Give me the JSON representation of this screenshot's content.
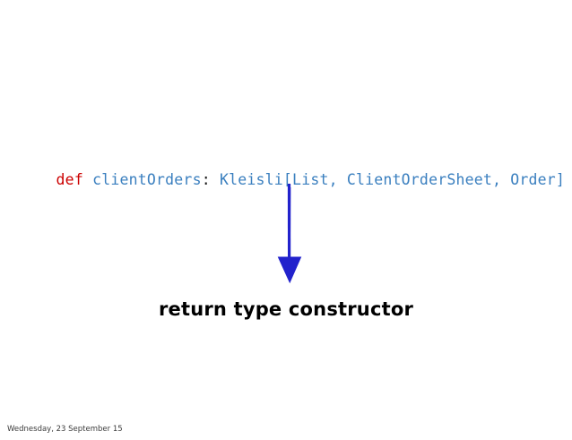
{
  "slide": {
    "code": {
      "keyword": "def",
      "function_name": "clientOrders",
      "colon": ":",
      "type_signature": "Kleisli[List, ClientOrderSheet, Order]",
      "full_line": "def clientOrders: Kleisli[List, ClientOrderSheet, Order]"
    },
    "annotation": {
      "arrow": "down-arrow",
      "caption": "return type constructor"
    },
    "footer": {
      "date": "Wednesday, 23 September 15"
    },
    "colors": {
      "keyword": "#cc0000",
      "identifier": "#3a7fbf",
      "arrow": "#2222cc",
      "text": "#000000",
      "background": "#ffffff"
    }
  }
}
